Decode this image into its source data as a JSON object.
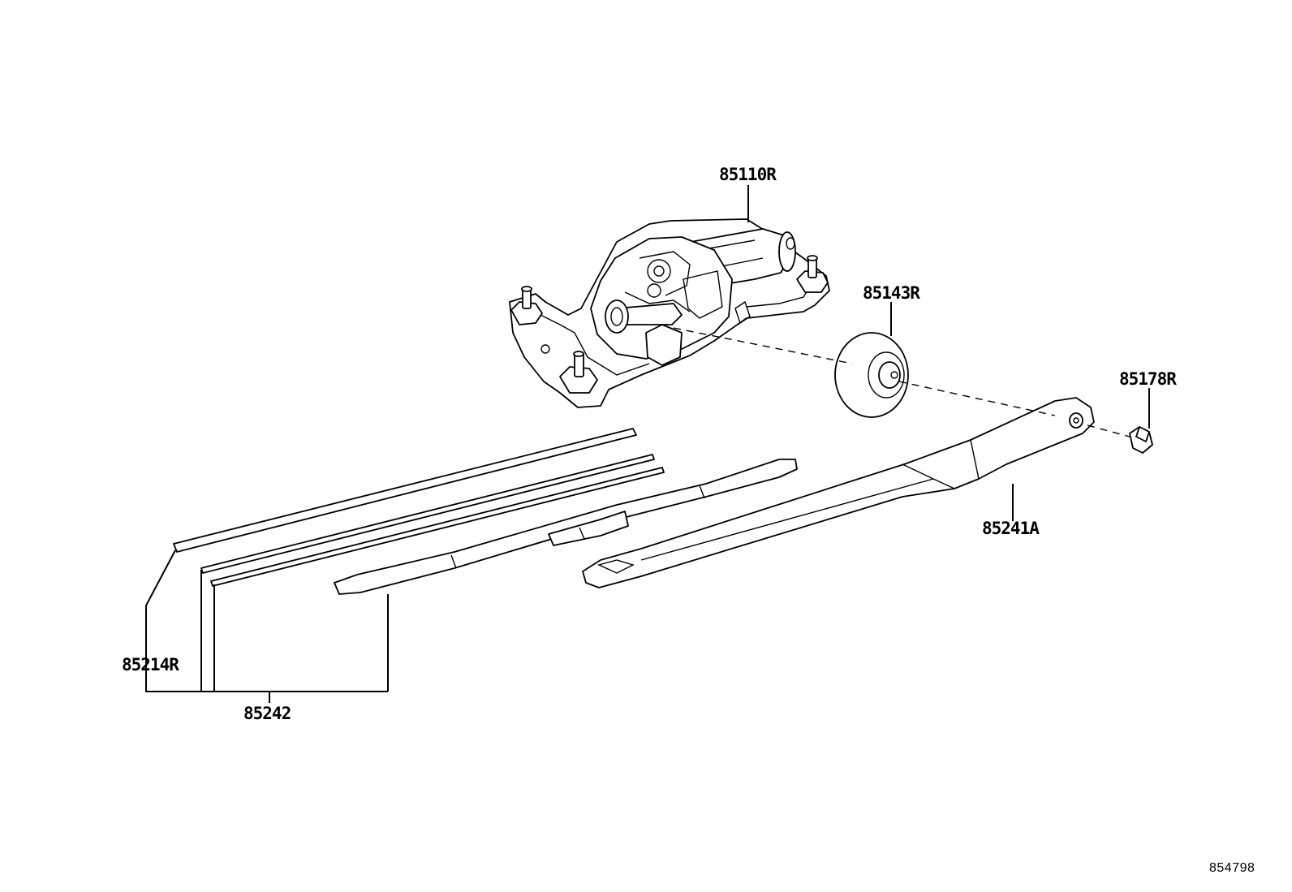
{
  "parts": [
    {
      "id": "motor",
      "label": "85110R",
      "icon": "wiper-motor-icon"
    },
    {
      "id": "cap",
      "label": "85143R",
      "icon": "pivot-cap-icon"
    },
    {
      "id": "nut",
      "label": "85178R",
      "icon": "hex-nut-icon"
    },
    {
      "id": "arm",
      "label": "85241A",
      "icon": "wiper-arm-icon"
    },
    {
      "id": "rubber",
      "label": "85214R",
      "icon": "blade-rubber-icon"
    },
    {
      "id": "blade",
      "label": "85242",
      "icon": "wiper-blade-icon"
    }
  ],
  "diagram_ref": "854798"
}
